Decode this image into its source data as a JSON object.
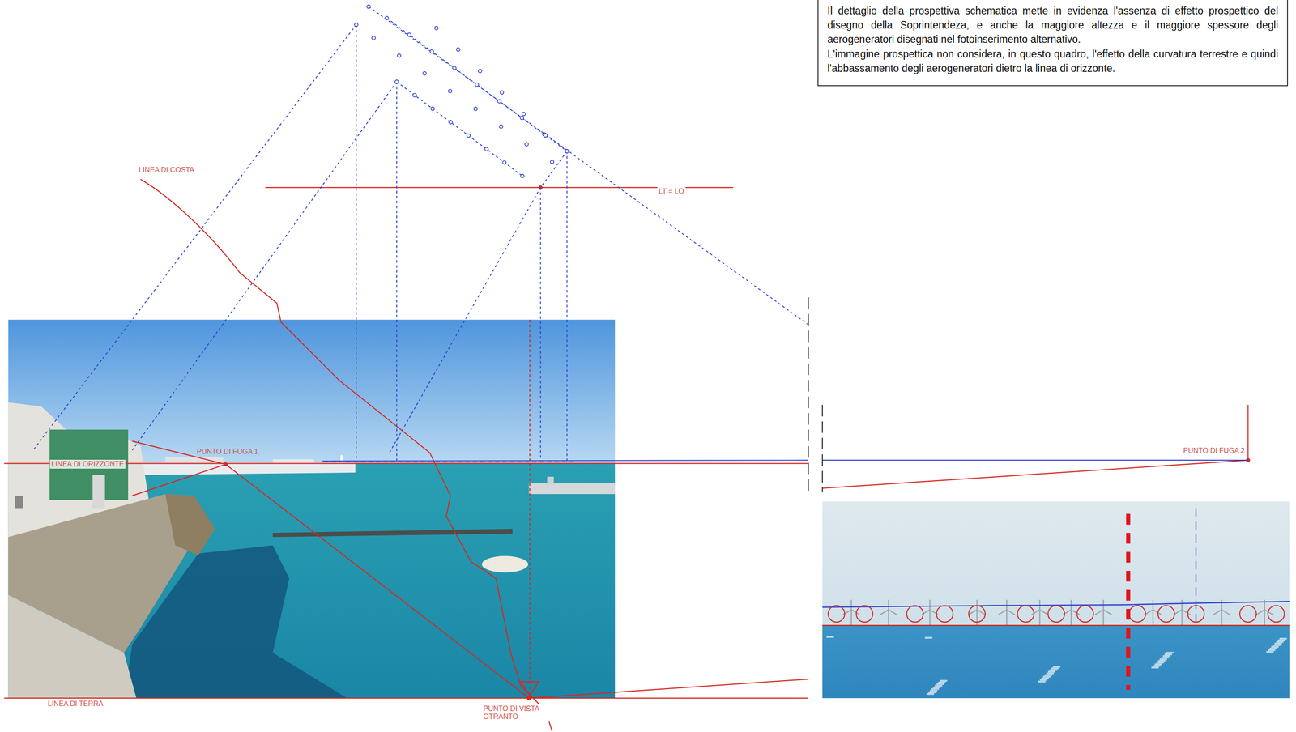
{
  "diagram": {
    "nodes": [
      {
        "text": [
          "Il dettaglio della prospettiva schematica mette in evidenza l'assenza di effetto prospettico del disegno della Soprintendeza, e anche la maggiore altezza e il maggiore spessore degli aerogeneratori disegnati nel fotoinserimento alternativo.",
          "L'immagine prospettica non considera, in questo quadro, l'effetto della curvatura terrestre e quindi l'abbassamento degli aerogeneratori dietro la linea di orizzonte."
        ]
      }
    ],
    "labels": [
      "LINEA DI COSTA",
      "LT = LO",
      "PUNTO DI FUGA 1",
      "LINEA DI ORIZZONTE",
      "LINEA DI TERRA",
      "PUNTO DI VISTA OTRANTO",
      "PUNTO DI FUGA 2"
    ]
  }
}
